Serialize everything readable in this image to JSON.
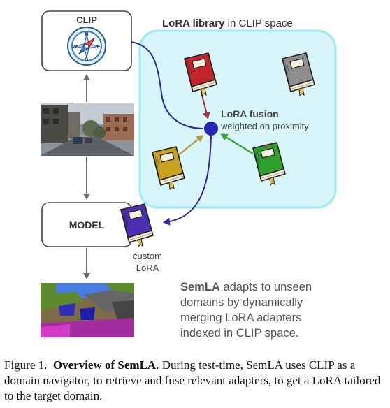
{
  "diagram": {
    "clip_label": "CLIP",
    "model_label": "MODEL",
    "library_title_bold": "LoRA library",
    "library_title_rest": " in CLIP space",
    "fusion_title": "LoRA fusion",
    "fusion_subtitle": "weighted on proximity",
    "custom_lora_line1": "custom",
    "custom_lora_line2": "LoRA",
    "description": {
      "lead_bold": "SemLA",
      "line1_rest": " adapts to unseen",
      "line2": "domains by dynamically",
      "line3": "merging LoRA adapters",
      "line4": "indexed in CLIP space."
    },
    "compass_letters": [
      "N",
      "E",
      "S",
      "W"
    ],
    "colors": {
      "library_fill": "#d8f6fa",
      "library_border": "#9ee8f2",
      "fusion_dot": "#2626b8",
      "clip_arrow": "#2a2a9a",
      "custom_arrow": "#3a1fa0",
      "red_arrow": "#9a3a3a",
      "green_arrow": "#3aa23a",
      "yellow_arrow": "#b09a40",
      "grey_arrow": "#6b6b6b",
      "book_red": "#c0262b",
      "book_grey": "#8e8e8e",
      "book_yellow": "#c8a21e",
      "book_green": "#2fa02f",
      "book_purple": "#4b2fb0"
    }
  },
  "caption": {
    "label": "Figure 1.",
    "title_bold": "Overview of SemLA",
    "text": ". During test-time, SemLA uses CLIP as a domain navigator, to retrieve and fuse relevant adapters, to get a LoRA tailored to the target domain."
  }
}
